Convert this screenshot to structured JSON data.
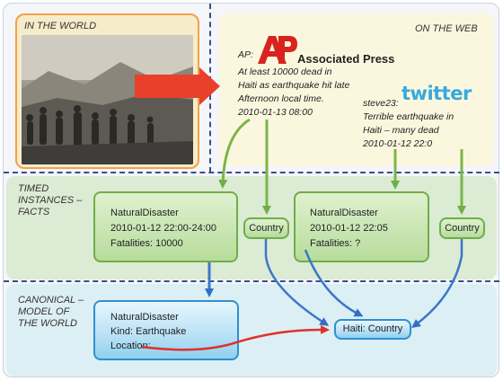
{
  "sections": {
    "in_the_world": "IN THE WORLD",
    "on_the_web": "ON THE WEB",
    "timed_instances": [
      "TIMED",
      "INSTANCES –",
      "FACTS"
    ],
    "canonical_model": [
      "CANONICAL –",
      "MODEL OF",
      "THE WORLD"
    ]
  },
  "ap_post": {
    "source_prefix": "AP:",
    "logo_text": "AP",
    "brand": "Associated Press",
    "lines": [
      "At least 10000 dead in",
      "Haiti as earthquake hit late",
      "Afternoon local time.",
      "2010-01-13 08:00"
    ]
  },
  "twitter_post": {
    "logo_text": "twitter",
    "lines": [
      "steve23:",
      "Terrible earthquake in",
      "Haiti – many dead",
      "2010-01-12 22:0"
    ]
  },
  "facts": {
    "fact1": [
      "NaturalDisaster",
      "2010-01-12 22:00-24:00",
      "Fatalities: 10000"
    ],
    "fact2": [
      "NaturalDisaster",
      "2010-01-12 22:05",
      "Fatalities: ?"
    ],
    "country1": "Country",
    "country2": "Country"
  },
  "model": {
    "entity": [
      "NaturalDisaster",
      "Kind: Earthquake",
      "Location:"
    ],
    "haiti": "Haiti: Country"
  },
  "colors": {
    "green_border": "#6fae48",
    "blue_border": "#2f8fd0",
    "arrow_red": "#e0302a",
    "dash_blue": "#3a4f8a",
    "ap_red": "#d8231f",
    "twitter_blue": "#38a8e0"
  }
}
